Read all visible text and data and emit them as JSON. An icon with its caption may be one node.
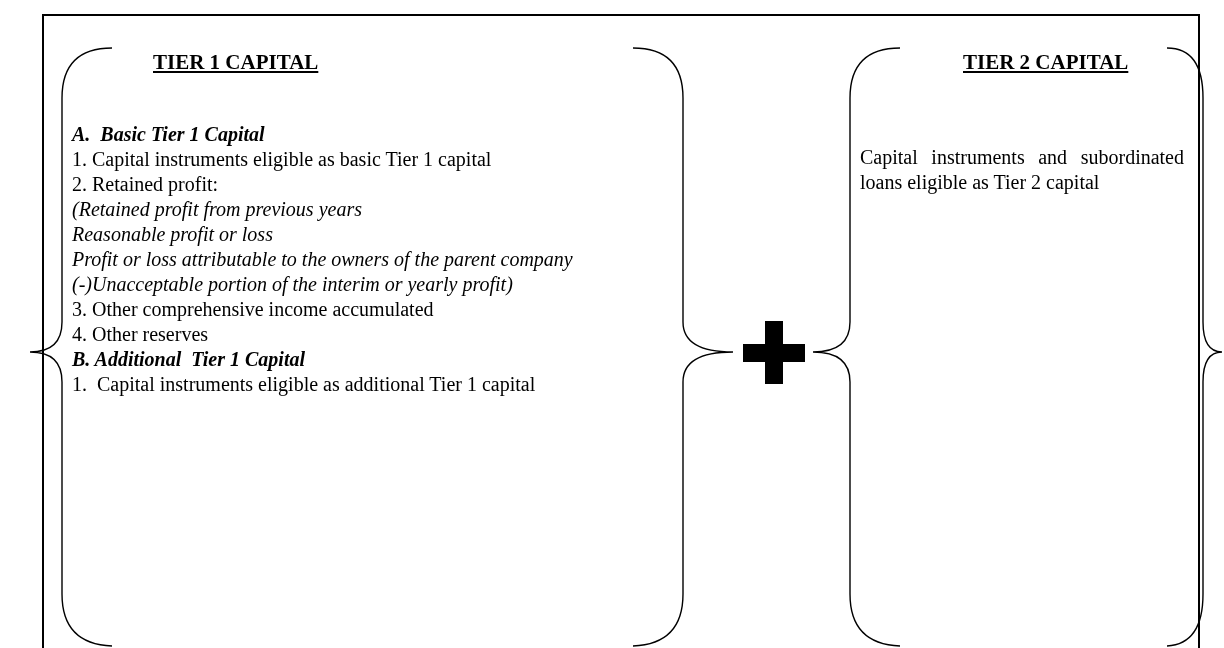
{
  "diagram": {
    "nodes": [
      {
        "text": [
          "TIER 1 CAPITAL",
          "A.  Basic Tier 1 Capital",
          "1. Capital instruments eligible as basic Tier 1 capital",
          "2. Retained profit:",
          "(Retained profit from previous years",
          "Reasonable profit or loss",
          "Profit or loss attributable to the owners of the parent company",
          "(-)Unacceptable portion of the interim or yearly profit)",
          "3. Other comprehensive income accumulated",
          "4. Other reserves",
          "B. Additional  Tier 1 Capital",
          "1.  Capital instruments eligible as additional Tier 1 capital"
        ]
      },
      {
        "text": [
          "TIER 2 CAPITAL",
          "Capital instruments and subordinated loans eligible as Tier 2 capital"
        ]
      }
    ]
  }
}
